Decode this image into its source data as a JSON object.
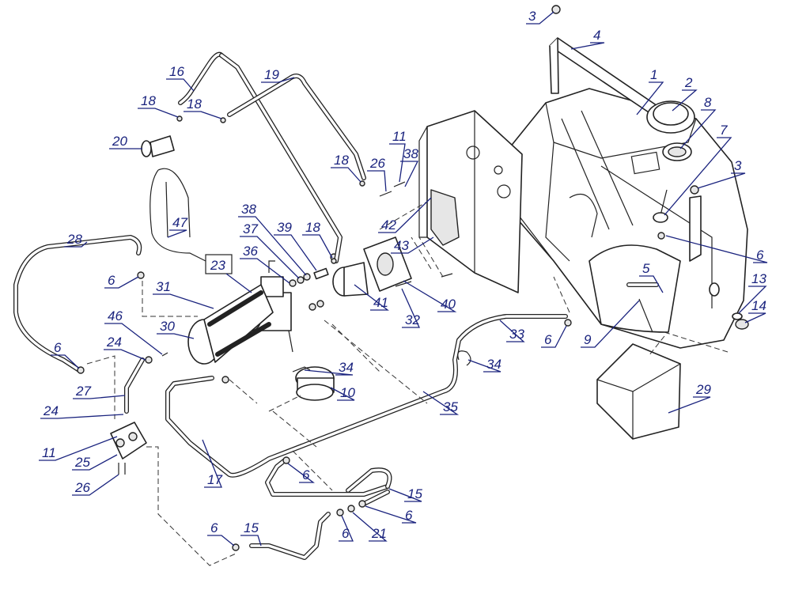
{
  "diagram": {
    "callouts": [
      {
        "id": "c1",
        "text": "1"
      },
      {
        "id": "c2",
        "text": "2"
      },
      {
        "id": "c3a",
        "text": "3"
      },
      {
        "id": "c3b",
        "text": "3"
      },
      {
        "id": "c4",
        "text": "4"
      },
      {
        "id": "c5",
        "text": "5"
      },
      {
        "id": "c6a",
        "text": "6"
      },
      {
        "id": "c6b",
        "text": "6"
      },
      {
        "id": "c6c",
        "text": "6"
      },
      {
        "id": "c6d",
        "text": "6"
      },
      {
        "id": "c6e",
        "text": "6"
      },
      {
        "id": "c6f",
        "text": "6"
      },
      {
        "id": "c6g",
        "text": "6"
      },
      {
        "id": "c6h",
        "text": "6"
      },
      {
        "id": "c6i",
        "text": "6"
      },
      {
        "id": "c7",
        "text": "7"
      },
      {
        "id": "c8",
        "text": "8"
      },
      {
        "id": "c9",
        "text": "9"
      },
      {
        "id": "c10",
        "text": "10"
      },
      {
        "id": "c11a",
        "text": "11"
      },
      {
        "id": "c11b",
        "text": "11"
      },
      {
        "id": "c13",
        "text": "13"
      },
      {
        "id": "c14",
        "text": "14"
      },
      {
        "id": "c15a",
        "text": "15"
      },
      {
        "id": "c15b",
        "text": "15"
      },
      {
        "id": "c16",
        "text": "16"
      },
      {
        "id": "c17",
        "text": "17"
      },
      {
        "id": "c18a",
        "text": "18"
      },
      {
        "id": "c18b",
        "text": "18"
      },
      {
        "id": "c18c",
        "text": "18"
      },
      {
        "id": "c18d",
        "text": "18"
      },
      {
        "id": "c19",
        "text": "19"
      },
      {
        "id": "c20",
        "text": "20"
      },
      {
        "id": "c21",
        "text": "21"
      },
      {
        "id": "c23",
        "text": "23"
      },
      {
        "id": "c24a",
        "text": "24"
      },
      {
        "id": "c24b",
        "text": "24"
      },
      {
        "id": "c25",
        "text": "25"
      },
      {
        "id": "c26a",
        "text": "26"
      },
      {
        "id": "c26b",
        "text": "26"
      },
      {
        "id": "c27",
        "text": "27"
      },
      {
        "id": "c28",
        "text": "28"
      },
      {
        "id": "c29",
        "text": "29"
      },
      {
        "id": "c30",
        "text": "30"
      },
      {
        "id": "c31",
        "text": "31"
      },
      {
        "id": "c32",
        "text": "32"
      },
      {
        "id": "c33",
        "text": "33"
      },
      {
        "id": "c34a",
        "text": "34"
      },
      {
        "id": "c34b",
        "text": "34"
      },
      {
        "id": "c35",
        "text": "35"
      },
      {
        "id": "c36",
        "text": "36"
      },
      {
        "id": "c37",
        "text": "37"
      },
      {
        "id": "c38a",
        "text": "38"
      },
      {
        "id": "c38b",
        "text": "38"
      },
      {
        "id": "c39",
        "text": "39"
      },
      {
        "id": "c40",
        "text": "40"
      },
      {
        "id": "c41",
        "text": "41"
      },
      {
        "id": "c42",
        "text": "42"
      },
      {
        "id": "c43",
        "text": "43"
      },
      {
        "id": "c46",
        "text": "46"
      },
      {
        "id": "c47",
        "text": "47"
      }
    ]
  }
}
